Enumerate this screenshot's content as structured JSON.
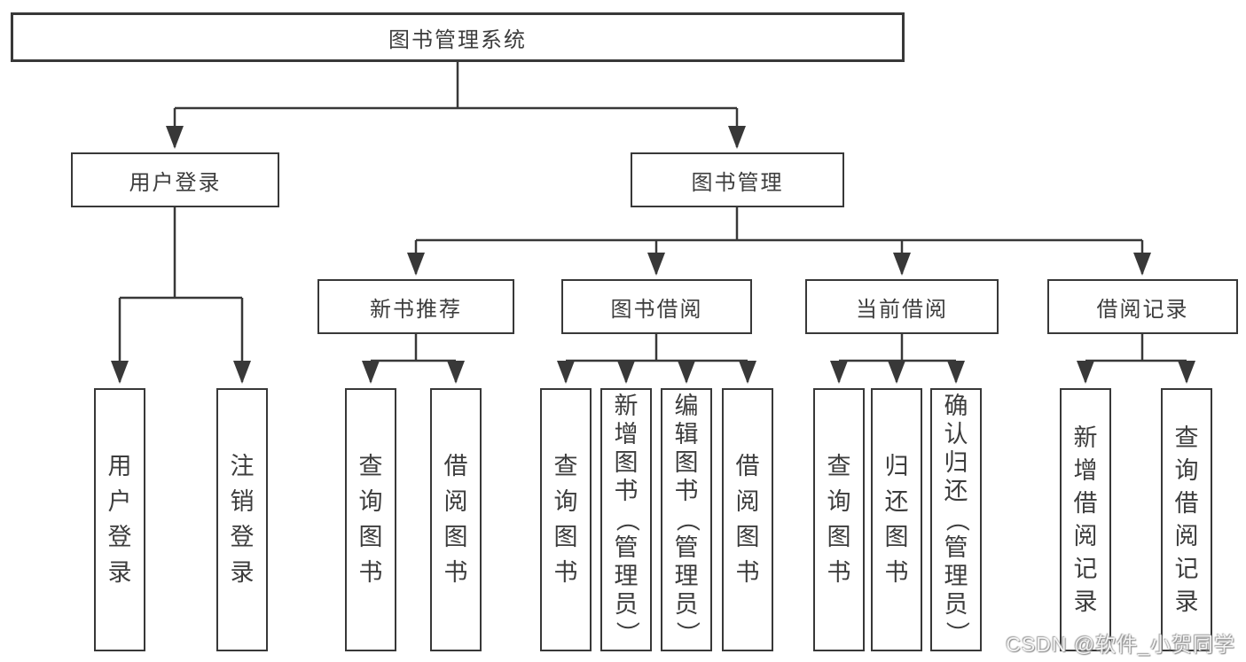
{
  "diagram_type": "hierarchy-tree",
  "colors": {
    "line": "#383838",
    "box_border": "#383838",
    "text": "#3d3d3d",
    "background": "#ffffff",
    "watermark": "#e8e8e8"
  },
  "tree": {
    "root": "图书管理系统",
    "children": [
      {
        "label": "用户登录",
        "children": [
          {
            "label": "用户登录"
          },
          {
            "label": "注销登录"
          }
        ]
      },
      {
        "label": "图书管理",
        "children": [
          {
            "label": "新书推荐",
            "children": [
              {
                "label": "查询图书"
              },
              {
                "label": "借阅图书"
              }
            ]
          },
          {
            "label": "图书借阅",
            "children": [
              {
                "label": "查询图书"
              },
              {
                "label": "新增图书（管理员）"
              },
              {
                "label": "编辑图书（管理员）"
              },
              {
                "label": "借阅图书"
              }
            ]
          },
          {
            "label": "当前借阅",
            "children": [
              {
                "label": "查询图书"
              },
              {
                "label": "归还图书"
              },
              {
                "label": "确认归还（管理员）"
              }
            ]
          },
          {
            "label": "借阅记录",
            "children": [
              {
                "label": "新增借阅记录"
              },
              {
                "label": "查询借阅记录"
              }
            ]
          }
        ]
      }
    ]
  },
  "watermark": "CSDN @软件_小贺同学"
}
